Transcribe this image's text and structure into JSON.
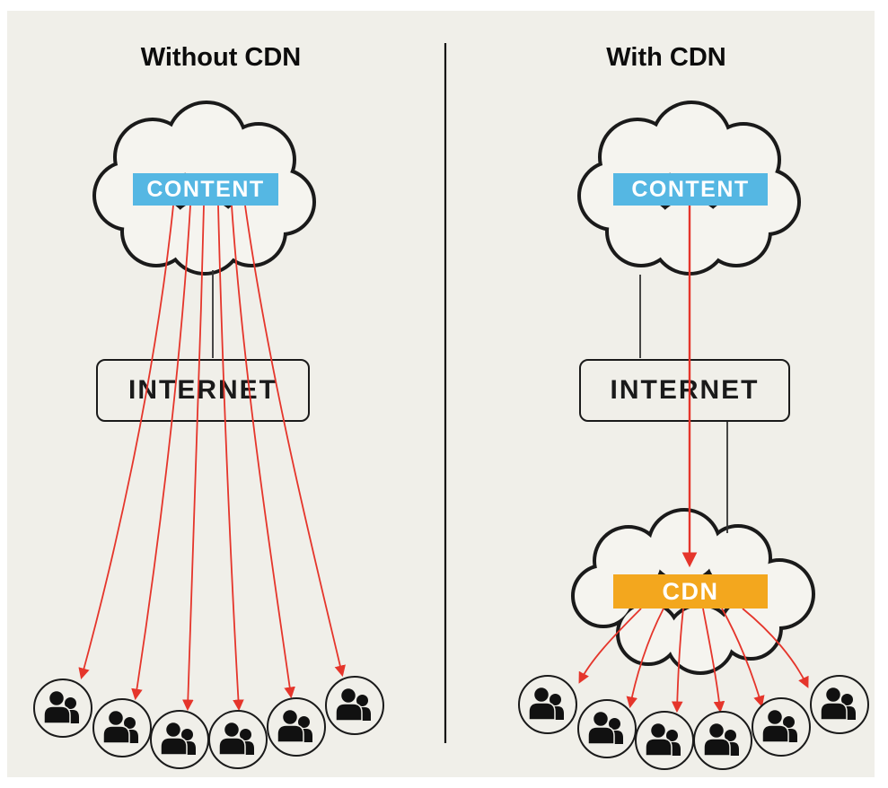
{
  "diagram": {
    "left": {
      "title": "Without CDN",
      "source_label": "CONTENT",
      "middle_label": "INTERNET",
      "user_group_count": 6
    },
    "right": {
      "title": "With CDN",
      "source_label": "CONTENT",
      "middle_label": "INTERNET",
      "edge_label": "CDN",
      "user_group_count": 6
    }
  },
  "colors": {
    "panel_bg": "#f0efe9",
    "cloud_fill": "#f5f4ef",
    "content_bg": "#55b7e3",
    "cdn_bg": "#f3a71e",
    "arrow_red": "#e5352b",
    "line_black": "#1a1a1a"
  }
}
